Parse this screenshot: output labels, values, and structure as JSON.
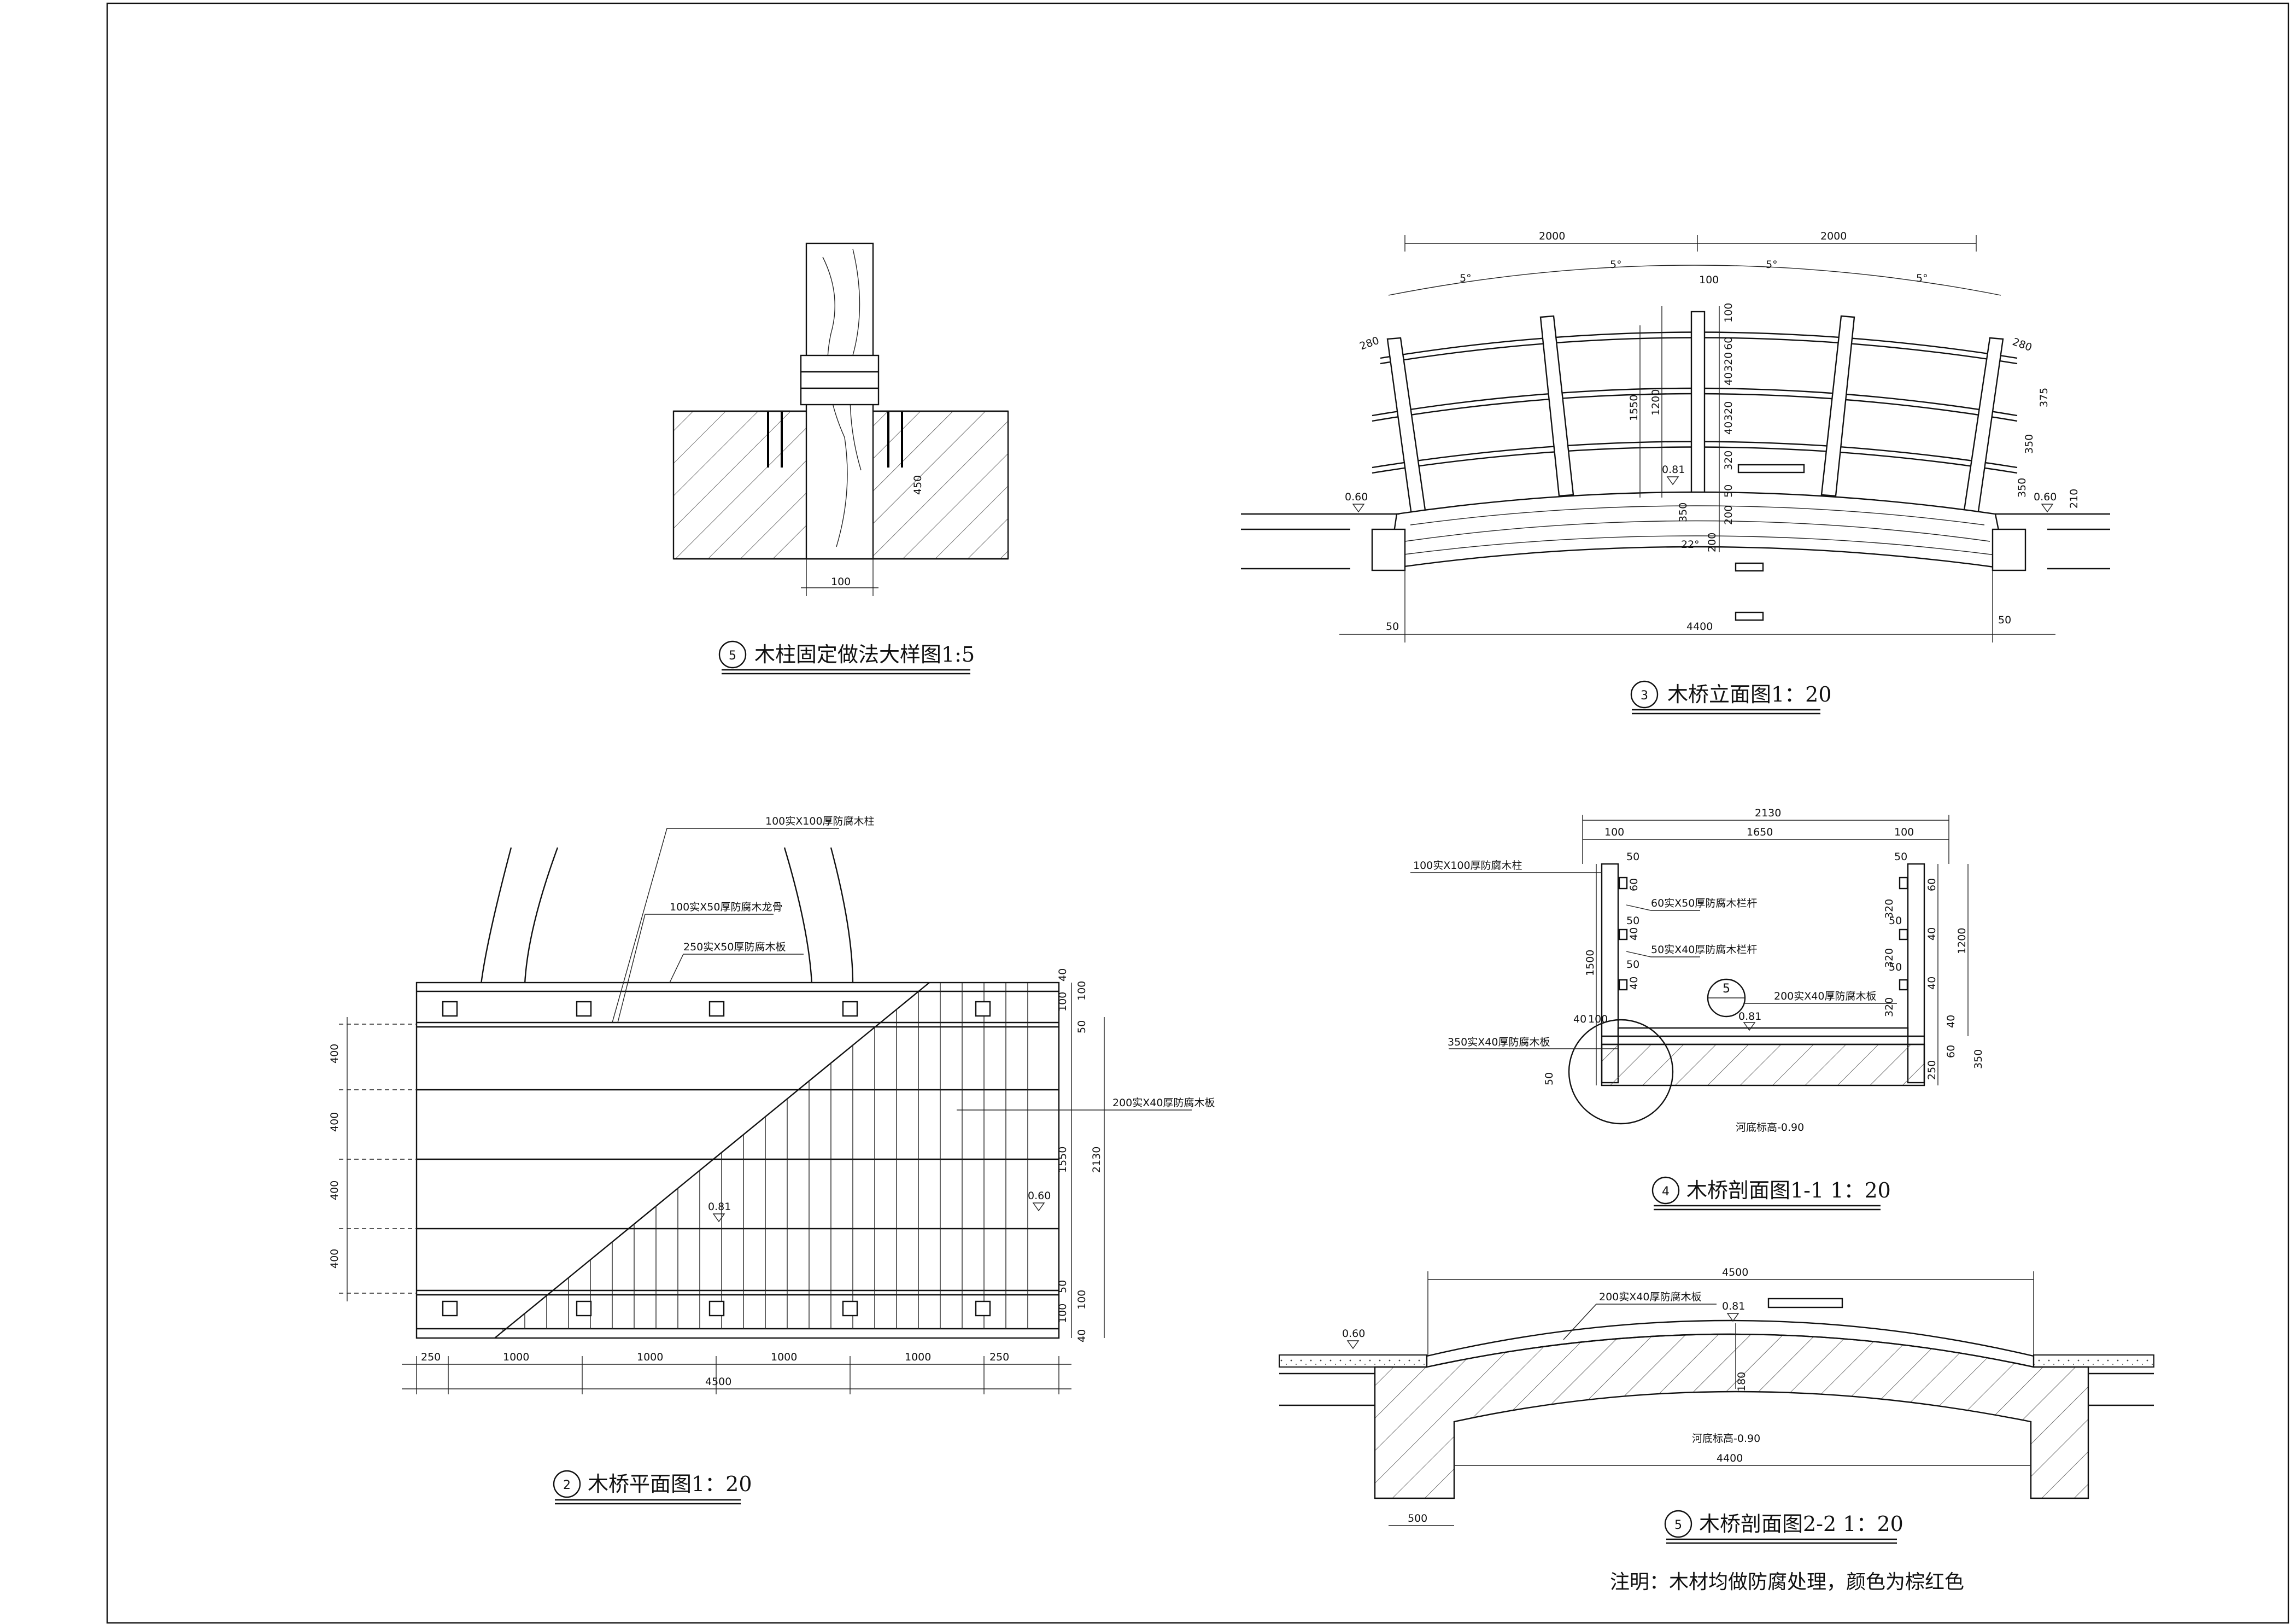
{
  "titles": {
    "detail5": {
      "num": "5",
      "text": "木柱固定做法大样图1:5"
    },
    "elev3": {
      "num": "3",
      "text": "木桥立面图1：20"
    },
    "plan2": {
      "num": "2",
      "text": "木桥平面图1：20"
    },
    "sec4": {
      "num": "4",
      "text": "木桥剖面图1-1 1：20"
    },
    "sec5": {
      "num": "5",
      "text": "木桥剖面图2-2 1：20"
    }
  },
  "note": "注明：木材均做防腐处理，颜色为棕红色",
  "detail5": {
    "dim_w": "100",
    "dim_h": "450"
  },
  "elev": {
    "top_dims": [
      "2000",
      "2000"
    ],
    "angles": [
      "5°",
      "5°",
      "5°",
      "5°"
    ],
    "post_w": "100",
    "side_left": "280",
    "side_right": "280",
    "right_dims": [
      "375",
      "350",
      "350",
      "210"
    ],
    "mid_dims": [
      "100",
      "60",
      "320",
      "40",
      "320",
      "40",
      "320",
      "50",
      "200",
      "200"
    ],
    "tall": [
      "1550",
      "1200"
    ],
    "arch": "350",
    "angle_bottom": "22°",
    "lvl_left": "0.60",
    "lvl_mid": "0.81",
    "lvl_right": "0.60",
    "span": "4400",
    "end_l": "50",
    "end_r": "50"
  },
  "plan": {
    "labels": [
      "100实X100厚防腐木柱",
      "100实X50厚防腐木龙骨",
      "250实X50厚防腐木板",
      "200实X40厚防腐木板"
    ],
    "left_dims": [
      "400",
      "400",
      "400",
      "400"
    ],
    "right_dims": [
      "40",
      "100",
      "100",
      "50",
      "1550",
      "2130",
      "50",
      "100",
      "100",
      "40"
    ],
    "bottom_dims": [
      "250",
      "1000",
      "1000",
      "1000",
      "1000",
      "250"
    ],
    "total": "4500",
    "lvl_a": "0.81",
    "lvl_b": "0.60"
  },
  "sec4": {
    "top": "2130",
    "sub": [
      "100",
      "1650",
      "100"
    ],
    "labels": [
      "100实X100厚防腐木柱",
      "60实X50厚防腐木栏杆",
      "50实X40厚防腐木栏杆",
      "200实X40厚防腐木板",
      "350实X40厚防腐木板"
    ],
    "left_dims": [
      "50",
      "60",
      "40",
      "50",
      "40",
      "50",
      "1500",
      "40",
      "100",
      "50"
    ],
    "right_dims": [
      "50",
      "60",
      "320",
      "50",
      "320",
      "40",
      "320",
      "50",
      "1200",
      "40",
      "60",
      "250",
      "40",
      "350"
    ],
    "circle": "5",
    "lvl": "0.81",
    "bed": "河底标高-0.90"
  },
  "sec5": {
    "top": "4500",
    "label": "200实X40厚防腐木板",
    "lvl_a": "0.81",
    "lvl_b": "0.60",
    "depth": "180",
    "bed": "河底标高-0.90",
    "span": "4400",
    "foot": "500"
  }
}
